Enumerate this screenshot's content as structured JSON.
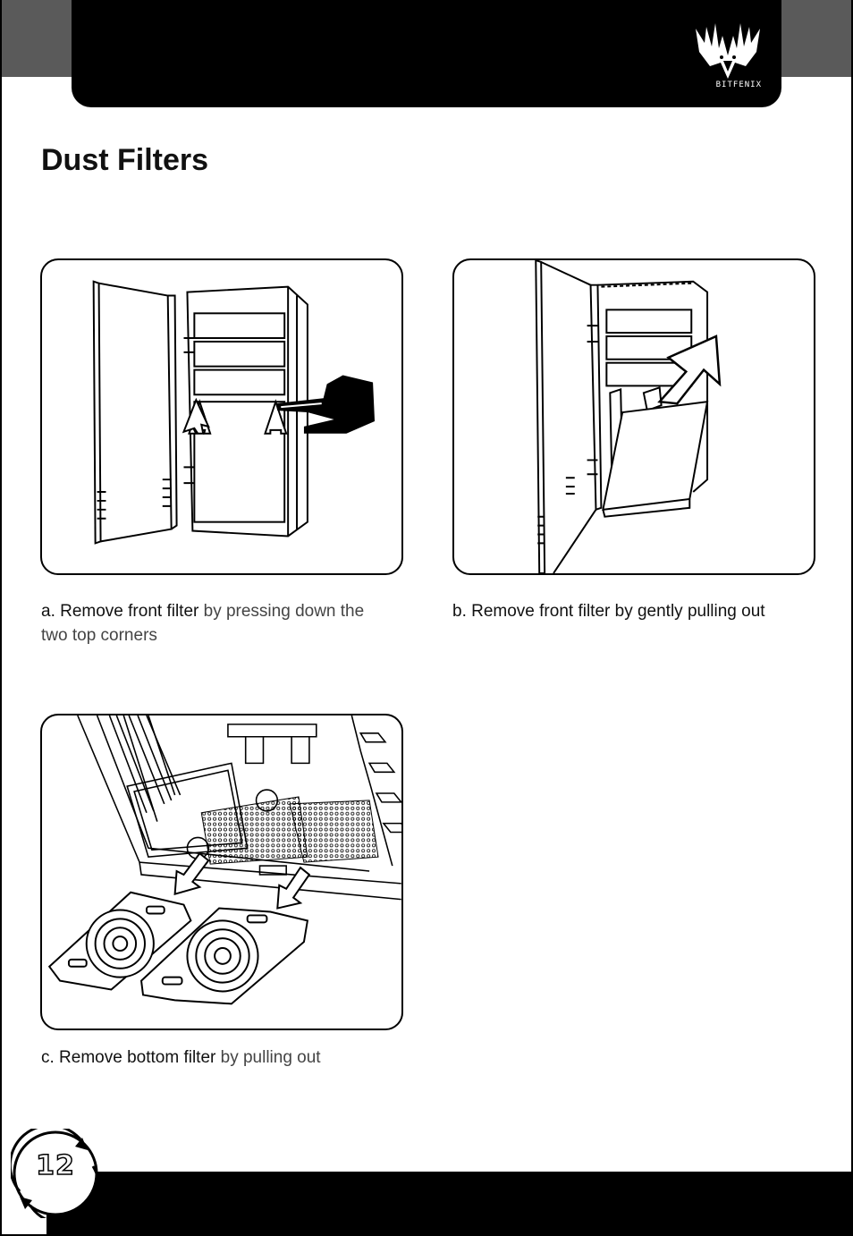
{
  "header": {
    "brand_word": "BITFENIX",
    "logo_icon": "bitfenix-phoenix-icon"
  },
  "page": {
    "title": "Dust Filters",
    "number": "12"
  },
  "steps": [
    {
      "id": "a",
      "illustration": "front-panel-press-corners",
      "caption_main": "a. Remove front filter",
      "caption_rest": " by pressing down the two top corners"
    },
    {
      "id": "b",
      "illustration": "front-filter-pull-out",
      "caption_main": "b. Remove front filter by gently pulling out",
      "caption_rest": ""
    },
    {
      "id": "c",
      "illustration": "bottom-filter-pull-out",
      "caption_main": "c. Remove bottom filter",
      "caption_rest": " by pulling out"
    }
  ],
  "colors": {
    "header_bar": "#000000",
    "corner_tab": "#5a5a5a",
    "line_art": "#000000"
  }
}
